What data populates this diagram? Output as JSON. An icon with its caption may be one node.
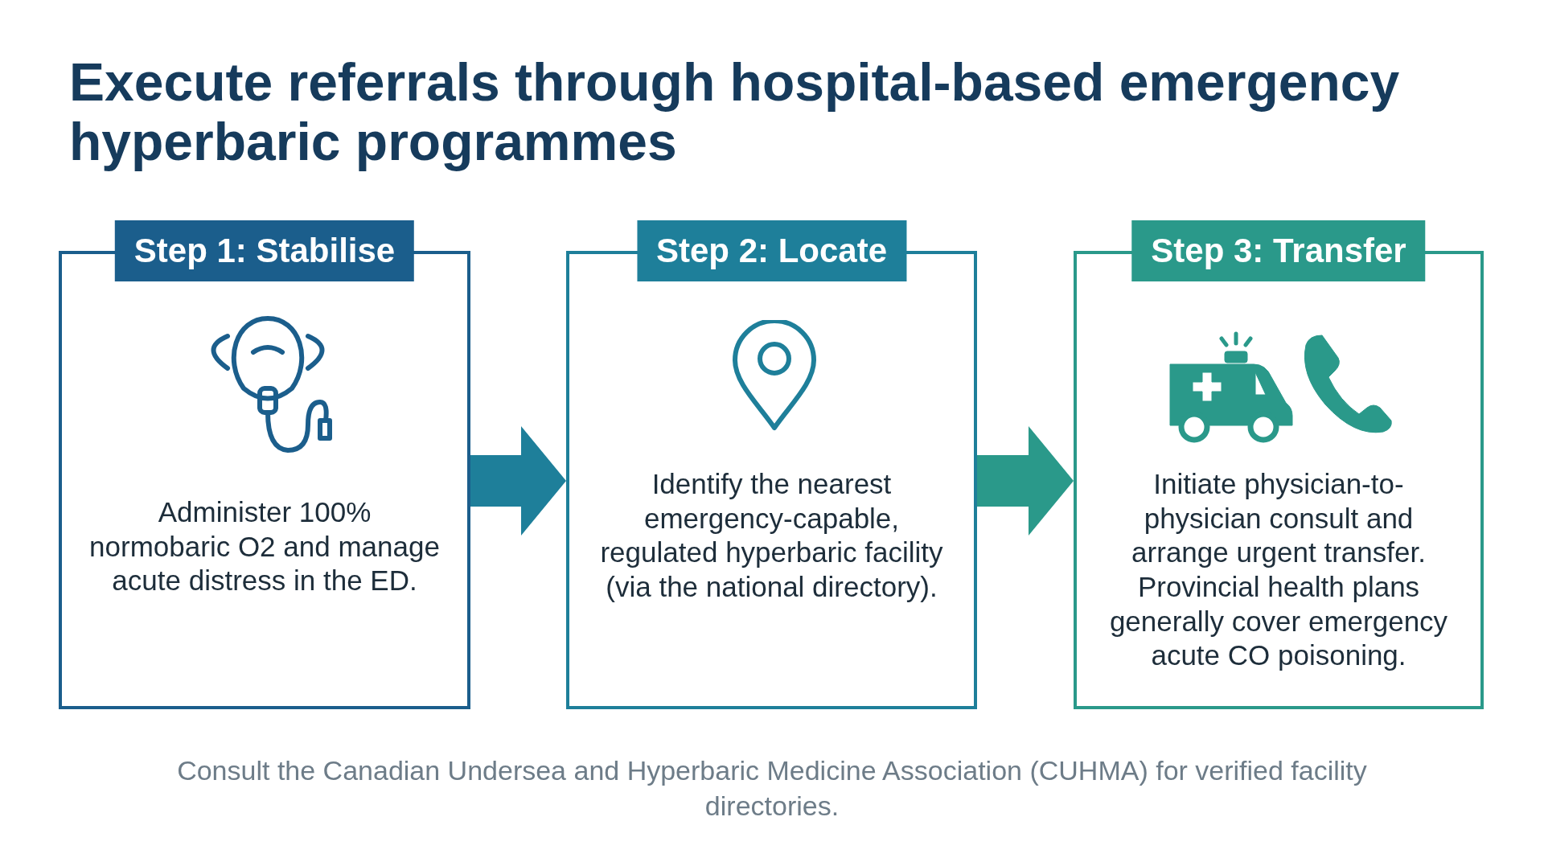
{
  "diagram": {
    "title": "Execute referrals through hospital-based emergency hyperbaric programmes",
    "nodes": [
      {
        "text": [
          "Step 1: Stabilise",
          "Administer 100% normobaric O2 and manage acute distress in the ED."
        ]
      },
      {
        "text": [
          "Step 2: Locate",
          "Identify the nearest emergency-capable, regulated hyperbaric facility (via the national directory)."
        ]
      },
      {
        "text": [
          "Step 3: Transfer",
          "Initiate physician-to-physician consult and arrange urgent transfer. Provincial health plans generally cover emergency acute CO poisoning."
        ]
      }
    ],
    "edges": [
      {
        "from": 0,
        "to": 1,
        "arrow": "to"
      },
      {
        "from": 1,
        "to": 2,
        "arrow": "to"
      }
    ],
    "caption": "Consult the Canadian Undersea and Hyperbaric Medicine Association (CUHMA) for verified facility directories."
  }
}
